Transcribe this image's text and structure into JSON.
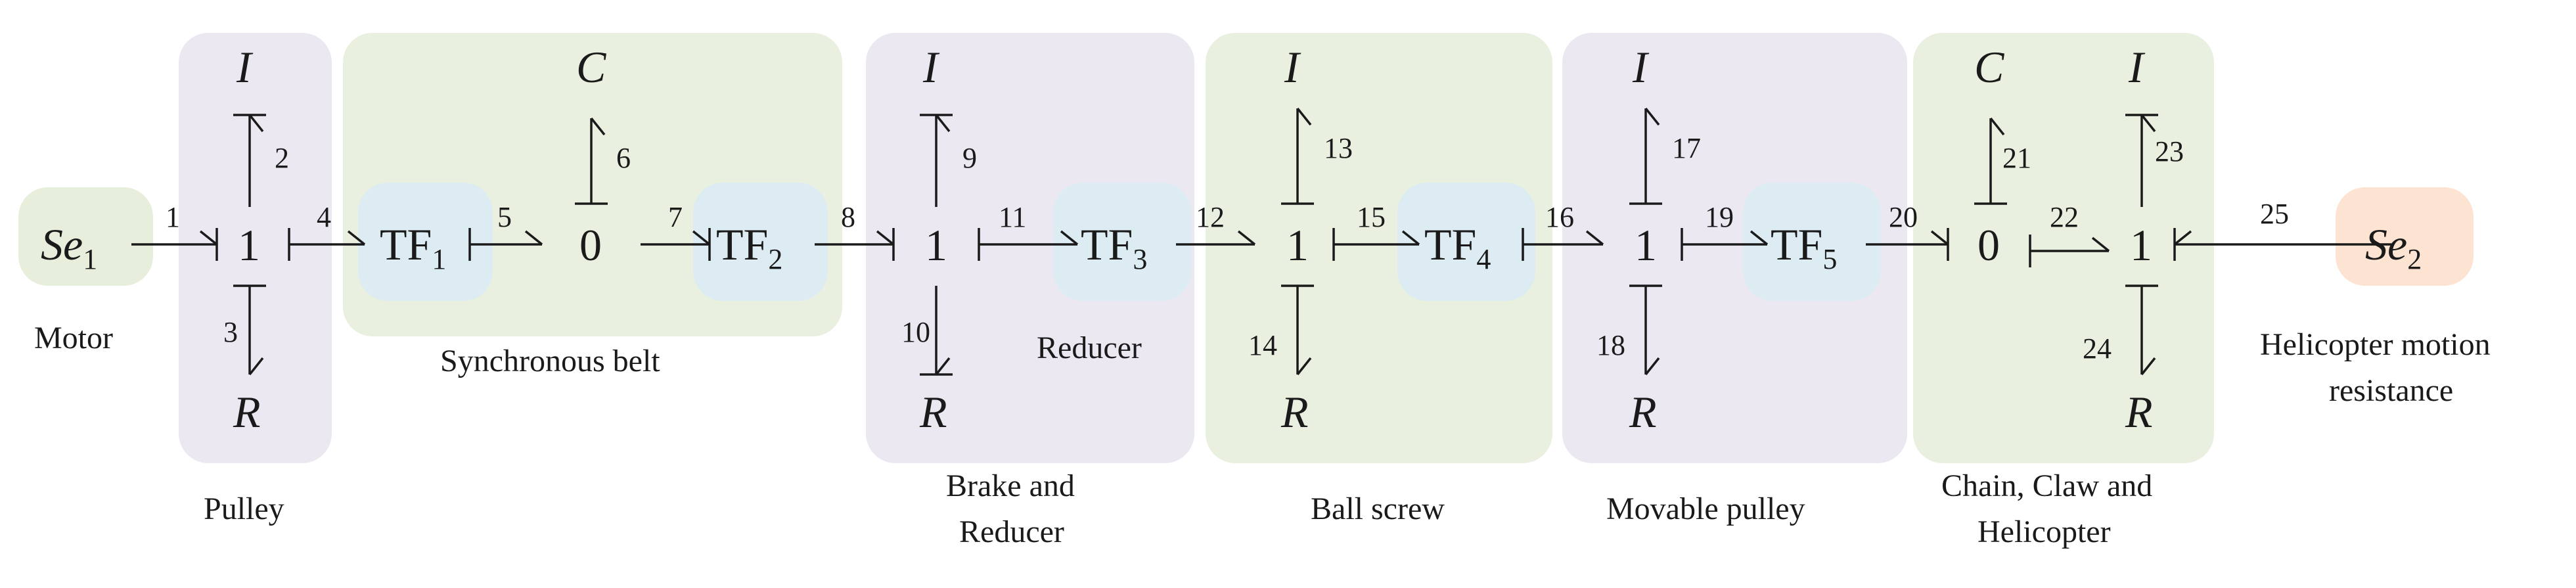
{
  "colors": {
    "purple_box": "#ebe8f2",
    "green_box": "#e9f0df",
    "blue_box": "#dcecf2",
    "peach_box": "#fde3d2",
    "motor_box": "#e7efdc",
    "ink": "#1a1a1a"
  },
  "sources": {
    "se1": {
      "main": "Se",
      "sub": "1"
    },
    "se2": {
      "main": "Se",
      "sub": "2"
    }
  },
  "transformers": {
    "tf1": {
      "main": "TF",
      "sub": "1"
    },
    "tf2": {
      "main": "TF",
      "sub": "2"
    },
    "tf3": {
      "main": "TF",
      "sub": "3"
    },
    "tf4": {
      "main": "TF",
      "sub": "4"
    },
    "tf5": {
      "main": "TF",
      "sub": "5"
    }
  },
  "junctions": {
    "one": "1",
    "zero": "0"
  },
  "elements": {
    "I": "I",
    "C": "C",
    "R": "R"
  },
  "bonds": [
    "1",
    "2",
    "3",
    "4",
    "5",
    "6",
    "7",
    "8",
    "9",
    "10",
    "11",
    "12",
    "13",
    "14",
    "15",
    "16",
    "17",
    "18",
    "19",
    "20",
    "21",
    "22",
    "23",
    "24",
    "25"
  ],
  "labels": {
    "motor": "Motor",
    "pulley": "Pulley",
    "synchronous_belt": "Synchronous belt",
    "reducer": "Reducer",
    "brake_line1": "Brake and",
    "brake_line2": "Reducer",
    "ball_screw": "Ball screw",
    "movable_pulley": "Movable pulley",
    "chain_line1": "Chain, Claw and",
    "chain_line2": "Helicopter",
    "resistance_line1": "Helicopter motion",
    "resistance_line2": "resistance"
  }
}
